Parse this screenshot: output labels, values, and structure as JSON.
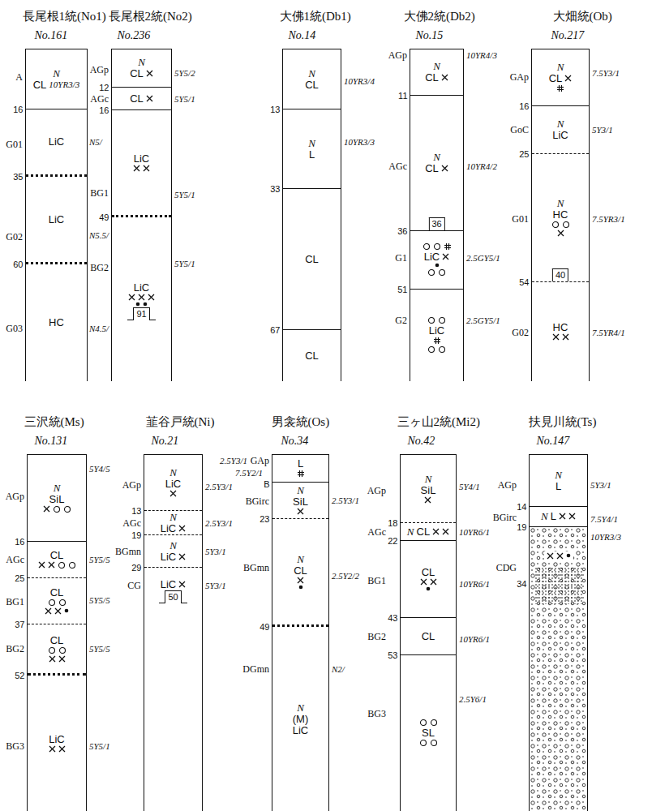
{
  "diagram": {
    "nodes": [
      {
        "text": [
          "長尾根1統(No1)",
          "No.161"
        ]
      },
      {
        "text": [
          "A",
          "N",
          "CL",
          "10YR3/3"
        ],
        "in": 0
      },
      {
        "text": [
          "G01",
          "LiC",
          "N5/"
        ],
        "in": 0
      },
      {
        "text": [
          "G02",
          "LiC",
          "N5.5/"
        ],
        "in": 0
      },
      {
        "text": [
          "G03",
          "HC",
          "N4.5/"
        ],
        "in": 0
      },
      {
        "text": [
          "長尾根2統(No2)",
          "No.236"
        ]
      },
      {
        "text": [
          "AGp",
          "N",
          "CL",
          "5Y5/2"
        ],
        "in": 5
      },
      {
        "text": [
          "AGc",
          "CL",
          "5Y5/1"
        ],
        "in": 5
      },
      {
        "text": [
          "BG1",
          "LiC",
          "5Y5/1"
        ],
        "in": 5
      },
      {
        "text": [
          "BG2",
          "LiC",
          "5Y5/1"
        ],
        "in": 5
      },
      {
        "text": [
          "大佛1統(Db1)",
          "No.14"
        ]
      },
      {
        "text": [
          "N",
          "CL",
          "10YR3/4"
        ],
        "in": 10
      },
      {
        "text": [
          "N",
          "L",
          "10YR3/3"
        ],
        "in": 10
      },
      {
        "text": [
          "CL"
        ],
        "in": 10
      },
      {
        "text": [
          "CL"
        ],
        "in": 10
      },
      {
        "text": [
          "大佛2統(Db2)",
          "No.15"
        ]
      },
      {
        "text": [
          "AGp",
          "N",
          "CL",
          "10YR4/3"
        ],
        "in": 15
      },
      {
        "text": [
          "AGc",
          "N",
          "CL",
          "10YR4/2"
        ],
        "in": 15
      },
      {
        "text": [
          "G1",
          "LiC",
          "2.5GY5/1"
        ],
        "in": 15
      },
      {
        "text": [
          "G2",
          "LiC",
          "2.5GY5/1"
        ],
        "in": 15
      },
      {
        "text": [
          "大畑統(Ob)",
          "No.217"
        ]
      },
      {
        "text": [
          "GAp",
          "N",
          "CL",
          "7.5Y3/1"
        ],
        "in": 20
      },
      {
        "text": [
          "GoC",
          "N",
          "LiC",
          "5Y3/1"
        ],
        "in": 20
      },
      {
        "text": [
          "G01",
          "N",
          "HC",
          "7.5YR3/1"
        ],
        "in": 20
      },
      {
        "text": [
          "G02",
          "HC",
          "7.5YR4/1"
        ],
        "in": 20
      },
      {
        "text": [
          "三沢統(Ms)",
          "No.131"
        ]
      },
      {
        "text": [
          "AGp",
          "N",
          "SiL",
          "5Y4/5"
        ],
        "in": 25
      },
      {
        "text": [
          "AGc",
          "CL",
          "5Y5/5"
        ],
        "in": 25
      },
      {
        "text": [
          "BG1",
          "CL",
          "5Y5/5"
        ],
        "in": 25
      },
      {
        "text": [
          "BG2",
          "CL",
          "5Y5/5"
        ],
        "in": 25
      },
      {
        "text": [
          "BG3",
          "LiC",
          "5Y5/1"
        ],
        "in": 25
      },
      {
        "text": [
          "韮谷戸統(Ni)",
          "No.21"
        ]
      },
      {
        "text": [
          "AGp",
          "N",
          "LiC",
          "2.5Y3/1"
        ],
        "in": 31
      },
      {
        "text": [
          "AGc",
          "N",
          "LiC",
          "2.5Y3/1"
        ],
        "in": 31
      },
      {
        "text": [
          "BGmn",
          "N",
          "LiC",
          "5Y3/1"
        ],
        "in": 31
      },
      {
        "text": [
          "CG",
          "LiC",
          "5Y3/1"
        ],
        "in": 31
      },
      {
        "text": [
          "男衾統(Os)",
          "No.34"
        ]
      },
      {
        "text": [
          "GAp",
          "L",
          "2.5Y3/1",
          "7.5Y2/1"
        ],
        "in": 36
      },
      {
        "text": [
          "BGirc",
          "N",
          "SiL",
          "2.5Y3/1"
        ],
        "in": 36
      },
      {
        "text": [
          "BGmn",
          "N",
          "CL",
          "2.5Y2/2"
        ],
        "in": 36
      },
      {
        "text": [
          "DGmn",
          "N",
          "(M)",
          "LiC",
          "N2/"
        ],
        "in": 36
      },
      {
        "text": [
          "三ヶ山2統(Mi2)",
          "No.42"
        ]
      },
      {
        "text": [
          "AGp",
          "N",
          "SiL",
          "5Y4/1"
        ],
        "in": 41
      },
      {
        "text": [
          "AGc",
          "N",
          "CL",
          "10YR6/1"
        ],
        "in": 41
      },
      {
        "text": [
          "BG1",
          "CL",
          "10YR6/1"
        ],
        "in": 41
      },
      {
        "text": [
          "BG2",
          "CL",
          "10YR6/1"
        ],
        "in": 41
      },
      {
        "text": [
          "BG3",
          "SL",
          "2.5Y6/1"
        ],
        "in": 41
      },
      {
        "text": [
          "扶見川統(Ts)",
          "No.147"
        ]
      },
      {
        "text": [
          "AGp",
          "N",
          "L",
          "5Y3/1"
        ],
        "in": 47
      },
      {
        "text": [
          "BGirc",
          "N",
          "L",
          "7.5Y4/1"
        ],
        "in": 47
      },
      {
        "text": [
          "CDG",
          "10YR3/3"
        ],
        "in": 47
      }
    ],
    "labels": [
      "16",
      "35",
      "60",
      "12",
      "16",
      "49",
      "91",
      "13",
      "33",
      "67",
      "11",
      "36",
      "36",
      "51",
      "16",
      "25",
      "40",
      "54",
      "16",
      "25",
      "37",
      "52",
      "13",
      "19",
      "29",
      "50",
      "B",
      "23",
      "49",
      "18",
      "22",
      "43",
      "53",
      "14",
      "19",
      "34"
    ]
  }
}
